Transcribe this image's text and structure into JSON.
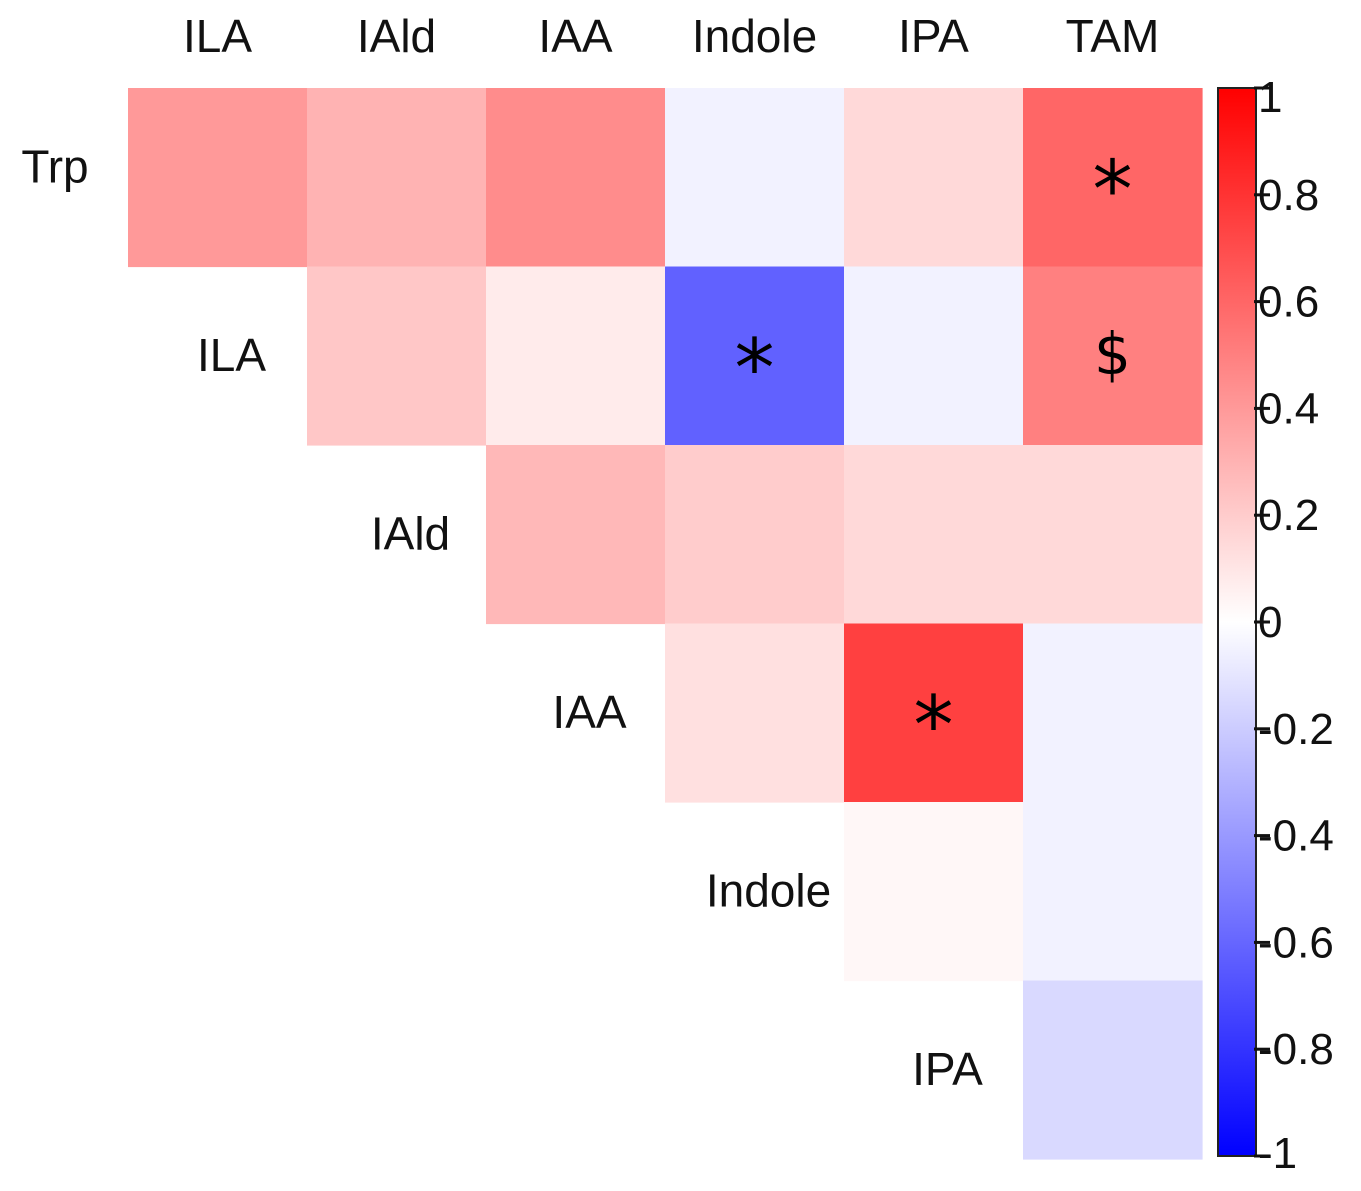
{
  "chart_data": {
    "type": "heatmap",
    "title": "",
    "columns": [
      "ILA",
      "IAld",
      "IAA",
      "Indole",
      "IPA",
      "TAM"
    ],
    "rows": [
      "Trp",
      "ILA",
      "IAld",
      "IAA",
      "Indole",
      "IPA"
    ],
    "values": [
      [
        0.4,
        0.3,
        0.45,
        -0.05,
        0.15,
        0.6
      ],
      [
        null,
        0.22,
        0.08,
        -0.62,
        -0.05,
        0.5
      ],
      [
        null,
        null,
        0.28,
        0.2,
        0.15,
        0.15
      ],
      [
        null,
        null,
        null,
        0.12,
        0.75,
        -0.05
      ],
      [
        null,
        null,
        null,
        null,
        0.03,
        -0.05
      ],
      [
        null,
        null,
        null,
        null,
        null,
        -0.15
      ]
    ],
    "annotations": [
      {
        "row": 0,
        "col": 5,
        "text": "*"
      },
      {
        "row": 1,
        "col": 3,
        "text": "*"
      },
      {
        "row": 1,
        "col": 5,
        "text": "$"
      },
      {
        "row": 3,
        "col": 4,
        "text": "*"
      }
    ],
    "colorbar": {
      "range": [
        -1,
        1
      ],
      "ticks": [
        "1",
        "0.8",
        "0.6",
        "0.4",
        "0.2",
        "0",
        "-0.2",
        "-0.4",
        "-0.6",
        "-0.8",
        "-1"
      ],
      "colors": {
        "negative": "#0000ff",
        "zero": "#ffffff",
        "positive": "#ff0000"
      }
    },
    "layout": "upper-triangle",
    "grid": false,
    "legend_position": "right"
  }
}
